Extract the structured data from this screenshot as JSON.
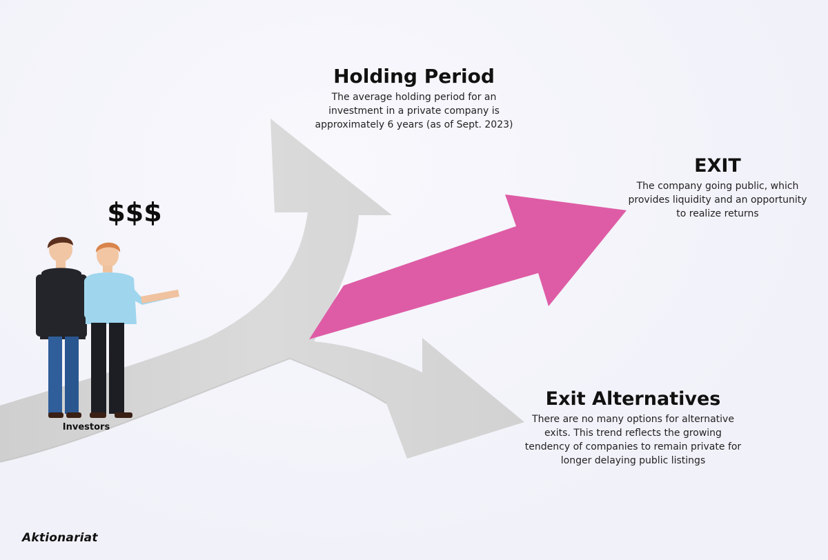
{
  "holding_period": {
    "title": "Holding Period",
    "lines": [
      "The average holding period for an",
      "investment in a private company is",
      "approximately 6 years (as of Sept. 2023)"
    ]
  },
  "exit": {
    "title": "EXIT",
    "lines": [
      "The company going public, which",
      "provides liquidity and an opportunity",
      "to realize returns"
    ]
  },
  "exit_alternatives": {
    "title": "Exit Alternatives",
    "lines": [
      "There are no many options for alternative",
      "exits. This trend reflects the growing",
      "tendency of companies to remain private for",
      "longer delaying public listings"
    ]
  },
  "dollar_label": "$$$",
  "investors_label": "Investors",
  "brand": "Aktionariat",
  "colors": {
    "background": "#f3f3fb",
    "path_gray": "#d6d6d6",
    "exit_arrow": "#de5ca5",
    "text": "#111111"
  }
}
